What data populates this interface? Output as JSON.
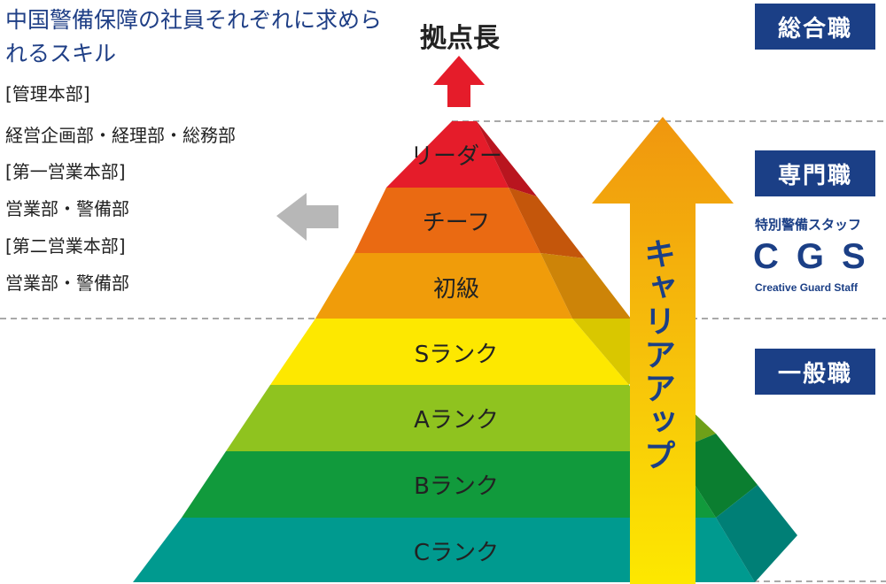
{
  "title": "中国警備保障の社員それぞれに求められるスキル",
  "departments": [
    "[管理本部]",
    "経営企画部・経理部・総務部",
    "[第一営業本部]",
    "営業部・警備部",
    "[第二営業本部]",
    "営業部・警備部"
  ],
  "top_label": "拠点長",
  "tiers": [
    "リーダー",
    "チーフ",
    "初級",
    "Sランク",
    "Aランク",
    "Bランク",
    "Cランク"
  ],
  "categories": {
    "sogo": "総合職",
    "senmon": "専門職",
    "ippan": "一般職"
  },
  "cgs": {
    "subtitle": "特別警備スタッフ",
    "acronym": "CGS",
    "english": "Creative Guard Staff"
  },
  "career_up": "キャリアアップ",
  "colors": {
    "navy": "#1b3f86",
    "red": "#e51c2a",
    "orange_dark": "#ea6a12",
    "orange": "#f09c0a",
    "yellow": "#fde800",
    "yellow_green": "#8fc31f",
    "green": "#119a3c",
    "teal": "#009a8f",
    "gray_arrow": "#b7b7b7"
  }
}
